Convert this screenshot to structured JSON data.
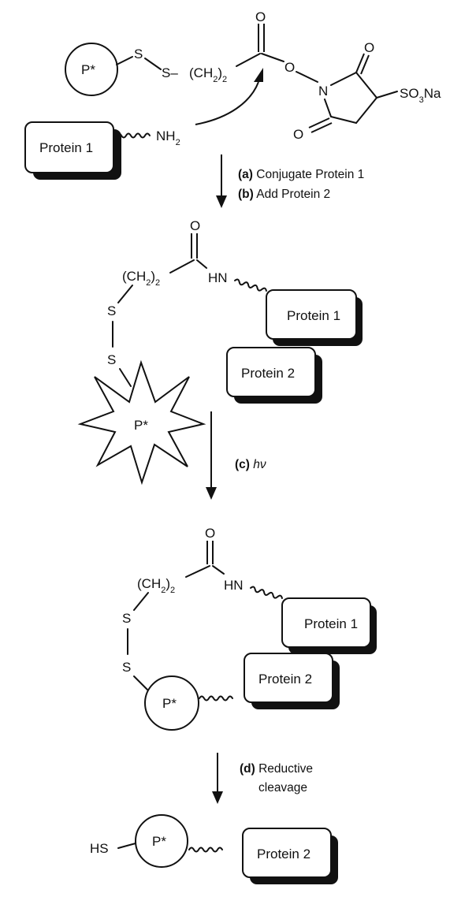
{
  "labels": {
    "p_star": "P*",
    "s": "S",
    "hs": "HS",
    "hn": "HN",
    "o": "O",
    "n": "N",
    "nh": "NH",
    "nh_sub": "2",
    "ch2_left_paren": "(CH",
    "ch2_sub": "2",
    "ch2_right_paren": ")",
    "ch2_tail": "2",
    "s_dash": "S–",
    "so3na_pre": "SO",
    "so3na_sub": "3",
    "so3na_post": "Na",
    "protein1": "Protein 1",
    "protein2": "Protein 2"
  },
  "steps": {
    "a_key": "(a)",
    "a_text": " Conjugate Protein 1",
    "b_key": "(b)",
    "b_text": " Add Protein 2",
    "c_key": "(c)",
    "c_text": " hν",
    "d_key": "(d)",
    "d_text_1": " Reductive",
    "d_text_2": "cleavage"
  },
  "colors": {
    "ink": "#111111",
    "paper": "#ffffff"
  }
}
